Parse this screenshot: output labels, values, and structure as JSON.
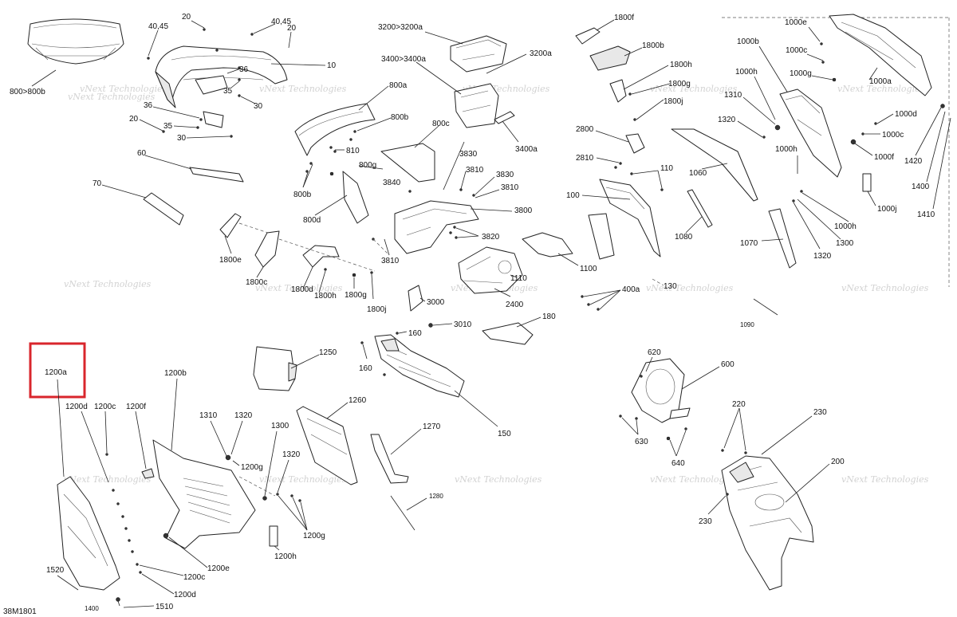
{
  "diagram": {
    "code": "38M1801",
    "watermark": "vNext Technologies",
    "highlight_color": "#d9262c",
    "highlighted_label": "1200a"
  },
  "labels": {
    "l800_800b": "800>800b",
    "l40_45a": "40,45",
    "l20a": "20",
    "l40_45b": "40,45",
    "l20b": "20",
    "l10": "10",
    "l36a": "36",
    "l35a": "35",
    "l30a": "30",
    "l36b": "36",
    "l20c": "20",
    "l35b": "35",
    "l30b": "30",
    "l60": "60",
    "l70": "70",
    "l3200": "3200>3200a",
    "l3200a": "3200a",
    "l3400": "3400>3400a",
    "l800a": "800a",
    "l800b1": "800b",
    "l800c": "800c",
    "l810": "810",
    "l800g": "800g",
    "l800b2": "800b",
    "l800d": "800d",
    "l3400a": "3400a",
    "l3830a": "3830",
    "l3810a": "3810",
    "l3830b": "3830",
    "l3840": "3840",
    "l3810b": "3810",
    "l3800": "3800",
    "l3820": "3820",
    "l3810c": "3810",
    "l1800e": "1800e",
    "l1800c": "1800c",
    "l1800d": "1800d",
    "l1800h": "1800h",
    "l1800g": "1800g",
    "l1800j": "1800j",
    "l1800f": "1800f",
    "l1800b": "1800b",
    "l1800hb": "1800h",
    "l1800g2": "1800g",
    "l1800j2": "1800j",
    "l2800": "2800",
    "l2810": "2810",
    "l110": "110",
    "l100": "100",
    "l1060": "1060",
    "l1080": "1080",
    "l1100": "1100",
    "l1110": "1110",
    "l2400": "2400",
    "l3000": "3000",
    "l3010": "3010",
    "l160a": "160",
    "l180": "180",
    "l400a": "400a",
    "l130": "130",
    "l1090": "1090",
    "l1000e": "1000e",
    "l1000b": "1000b",
    "l1000c": "1000c",
    "l1000g": "1000g",
    "l1000h": "1000h",
    "l1000a": "1000a",
    "l1310": "1310",
    "l1320": "1320",
    "l1000d": "1000d",
    "l1000cb": "1000c",
    "l1000hb": "1000h",
    "l1000f": "1000f",
    "l1420": "1420",
    "l1400": "1400",
    "l1410": "1410",
    "l1000j": "1000j",
    "l1000hc": "1000h",
    "l1300": "1300",
    "l1320b": "1320",
    "l1070": "1070",
    "l1200a": "1200a",
    "l1200b": "1200b",
    "l1200d": "1200d",
    "l1200c": "1200c",
    "l1200f": "1200f",
    "l1310b": "1310",
    "l1320c": "1320",
    "l1300b": "1300",
    "l1200g": "1200g",
    "l1320d": "1320",
    "l1200g2": "1200g",
    "l1200h": "1200h",
    "l1200e": "1200e",
    "l1200cb": "1200c",
    "l1200db": "1200d",
    "l1520": "1520",
    "l1400b": "1400",
    "l1510": "1510",
    "l1250": "1250",
    "l1260": "1260",
    "l1270": "1270",
    "l1280": "1280",
    "l160b": "160",
    "l150": "150",
    "l620": "620",
    "l600": "600",
    "l630": "630",
    "l640": "640",
    "l220": "220",
    "l230a": "230",
    "l200": "200",
    "l230b": "230"
  }
}
